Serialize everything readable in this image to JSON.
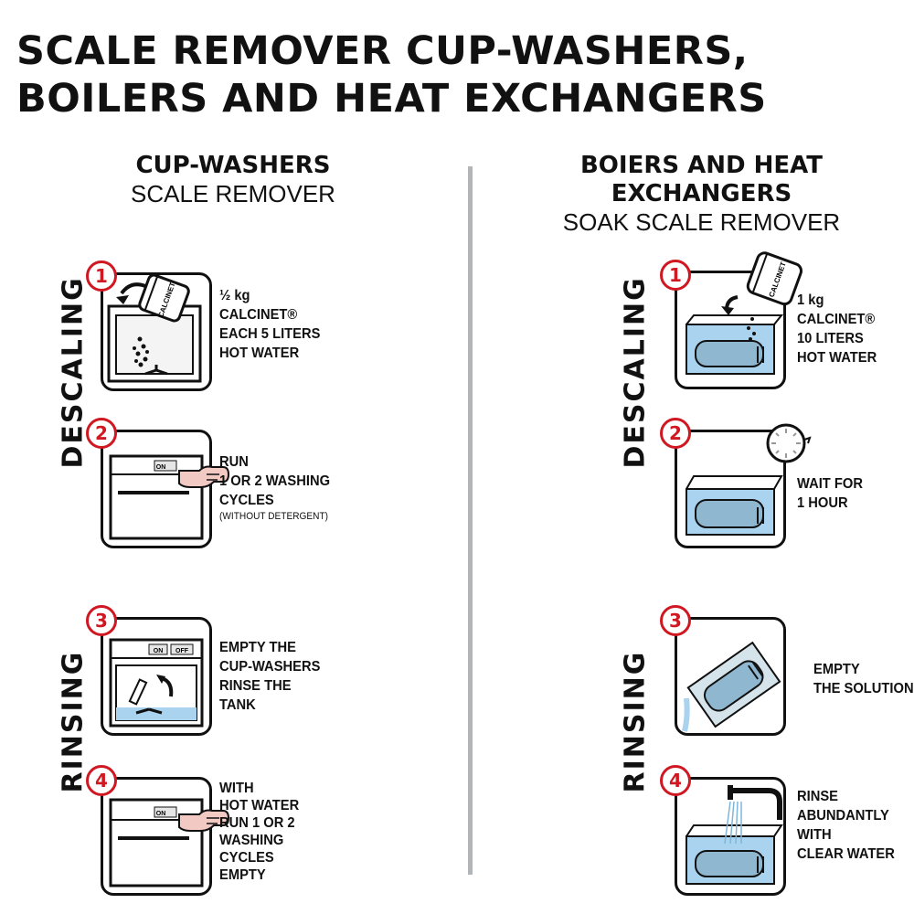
{
  "title": {
    "line1": "SCALE REMOVER CUP-WASHERS,",
    "line2": "BOILERS AND HEAT EXCHANGERS"
  },
  "left": {
    "heading_bold": "CUP-WASHERS",
    "heading_normal": "SCALE REMOVER",
    "section_descaling": "DESCALING",
    "section_rinsing": "RINSING",
    "steps": [
      {
        "num": "1",
        "lines": [
          "½ kg",
          "CALCINET®",
          "EACH 5 LITERS",
          "HOT WATER"
        ]
      },
      {
        "num": "2",
        "lines": [
          "RUN",
          "1 OR 2 WASHING",
          "CYCLES"
        ],
        "note": "(WITHOUT DETERGENT)"
      },
      {
        "num": "3",
        "lines": [
          "EMPTY THE",
          "CUP-WASHERS",
          "RINSE THE",
          "TANK"
        ]
      },
      {
        "num": "4",
        "lines": [
          "WITH",
          "HOT WATER",
          "RUN 1 OR 2",
          "WASHING",
          "CYCLES",
          "EMPTY"
        ]
      }
    ]
  },
  "right": {
    "heading_bold1": "BOIERS AND HEAT",
    "heading_bold2": "EXCHANGERS",
    "heading_normal": "SOAK SCALE REMOVER",
    "section_descaling": "DESCALING",
    "section_rinsing": "RINSING",
    "steps": [
      {
        "num": "1",
        "lines": [
          "1 kg",
          "CALCINET®",
          "10 LITERS",
          "HOT WATER"
        ]
      },
      {
        "num": "2",
        "lines": [
          "WAIT FOR",
          "1 HOUR"
        ]
      },
      {
        "num": "3",
        "lines": [
          "EMPTY",
          "THE SOLUTION"
        ]
      },
      {
        "num": "4",
        "lines": [
          "RINSE",
          "ABUNDANTLY",
          "WITH",
          "CLEAR WATER"
        ]
      }
    ]
  },
  "labels": {
    "on": "ON",
    "off": "OFF",
    "calcinet": "CALCINET"
  },
  "colors": {
    "accent_red": "#d01822",
    "water_blue": "#a9d3ee",
    "divider": "#b3b6b9",
    "skin": "#f2c9c3"
  }
}
